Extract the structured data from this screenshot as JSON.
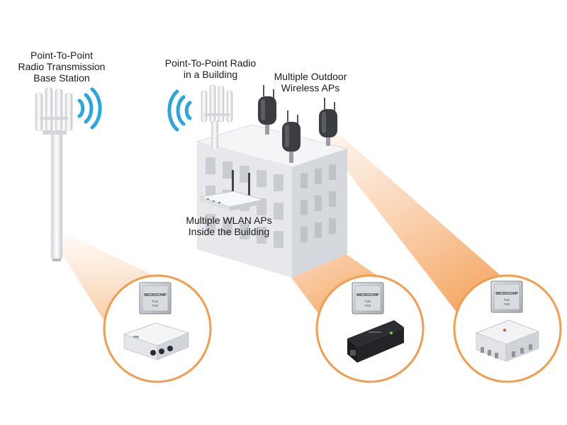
{
  "labels": {
    "base_station": {
      "line1": "Point-To-Point",
      "line2": "Radio Transmission",
      "line3": "Base Station"
    },
    "building_radio": {
      "line1": "Point-To-Point Radio",
      "line2": "in a Building"
    },
    "outdoor_aps": {
      "line1": "Multiple Outdoor",
      "line2": "Wireless  APs"
    },
    "wlan_aps": {
      "line1": "Multiple WLAN APs",
      "line2": "Inside the Building"
    }
  },
  "chips": {
    "brand": "MICROCHIP",
    "left_sub": "PoE\nPSE",
    "mid_sub": "PoE\nPSE",
    "right_sub": "PoE\nPSE"
  },
  "colors": {
    "accent_orange": "#f39c4e",
    "beam_orange": "#f6b07a",
    "signal_blue": "#2aa7dd",
    "building_gray": "#e9ebee",
    "text": "#1a1a1a"
  },
  "icons": [
    "antenna-icon",
    "wifi-signal-icon",
    "outdoor-ap-icon",
    "router-icon",
    "chip-icon",
    "poe-device-icon"
  ]
}
